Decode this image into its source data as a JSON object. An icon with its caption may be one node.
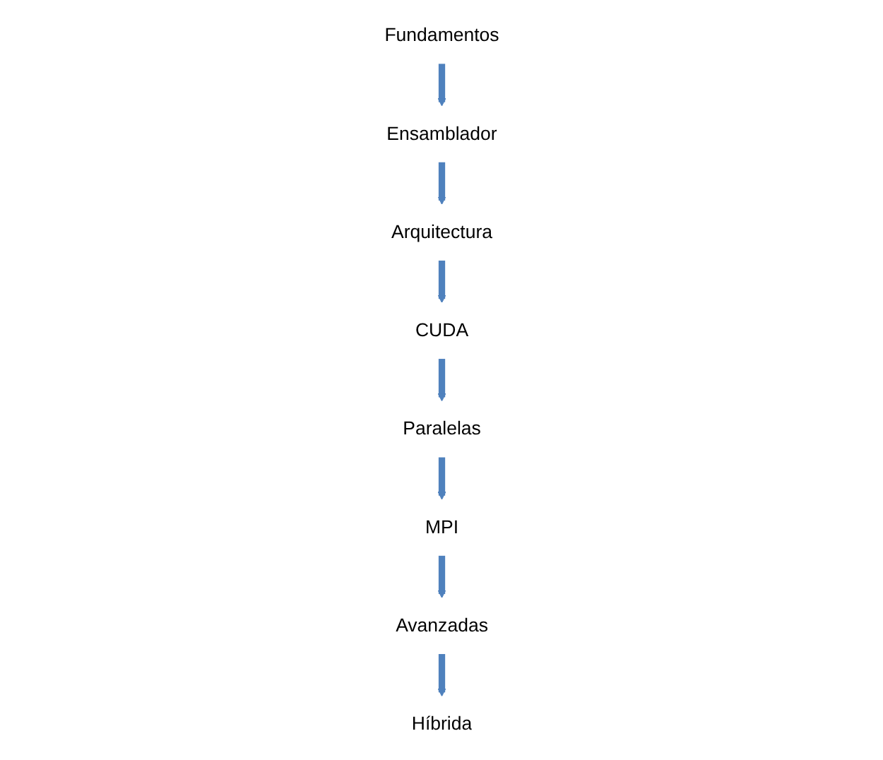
{
  "diagram": {
    "nodes": [
      {
        "text": [
          "MPI"
        ]
      },
      {
        "text": [
          "Ensamblador"
        ]
      },
      {
        "text": [
          "Avanzadas"
        ]
      },
      {
        "text": [
          "Fundamentos"
        ]
      },
      {
        "text": [
          "Paralelas"
        ]
      },
      {
        "text": [
          "Arquitectura"
        ]
      },
      {
        "text": [
          "CUDA"
        ]
      },
      {
        "text": [
          "Híbrida"
        ]
      }
    ],
    "edges": [
      {
        "from": 4,
        "to": 0,
        "arrow": "to"
      },
      {
        "from": 0,
        "to": 2,
        "arrow": "to"
      },
      {
        "from": 3,
        "to": 1,
        "arrow": "to"
      },
      {
        "from": 1,
        "to": 5,
        "arrow": "to"
      },
      {
        "from": 5,
        "to": 6,
        "arrow": "to"
      },
      {
        "from": 6,
        "to": 4,
        "arrow": "to"
      },
      {
        "from": 2,
        "to": 7,
        "arrow": "to"
      }
    ]
  }
}
